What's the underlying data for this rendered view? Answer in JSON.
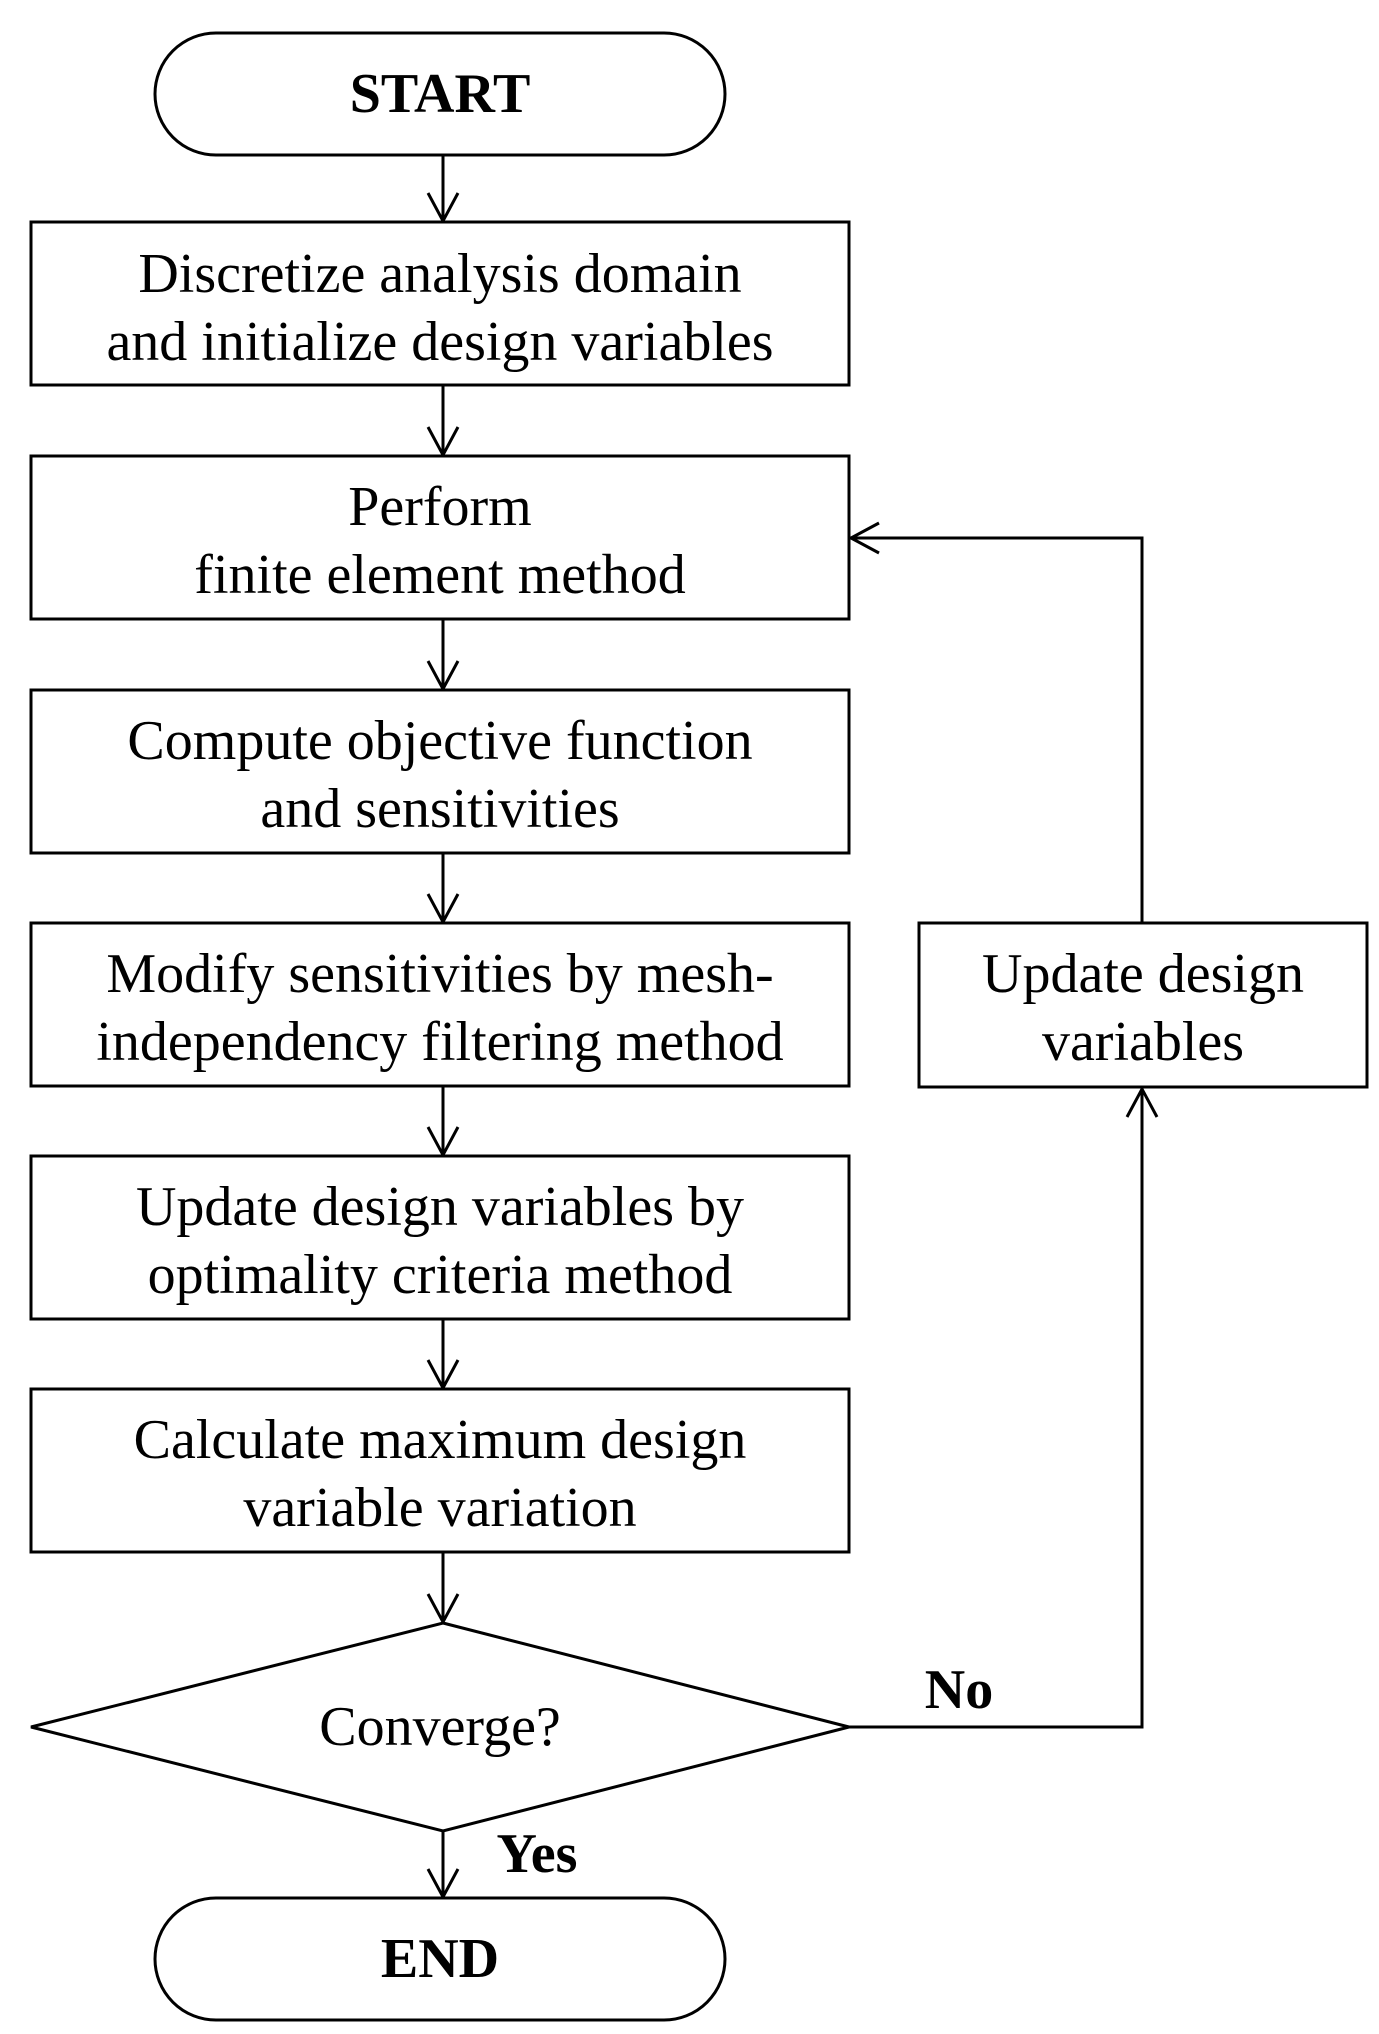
{
  "diagram": {
    "start": {
      "text": "START"
    },
    "steps": [
      {
        "line1": "Discretize analysis domain",
        "line2": "and initialize design variables"
      },
      {
        "line1": "Perform",
        "line2": "finite element method"
      },
      {
        "line1": "Compute objective function",
        "line2": "and sensitivities"
      },
      {
        "line1": "Modify sensitivities by mesh-",
        "line2": "independency filtering method"
      },
      {
        "line1": "Update design variables by",
        "line2": "optimality criteria method"
      },
      {
        "line1": "Calculate maximum design",
        "line2": "variable variation"
      }
    ],
    "decision": {
      "text": "Converge?"
    },
    "side_step": {
      "line1": "Update design",
      "line2": "variables"
    },
    "edge_labels": {
      "no": "No",
      "yes": "Yes"
    },
    "end": {
      "text": "END"
    }
  }
}
